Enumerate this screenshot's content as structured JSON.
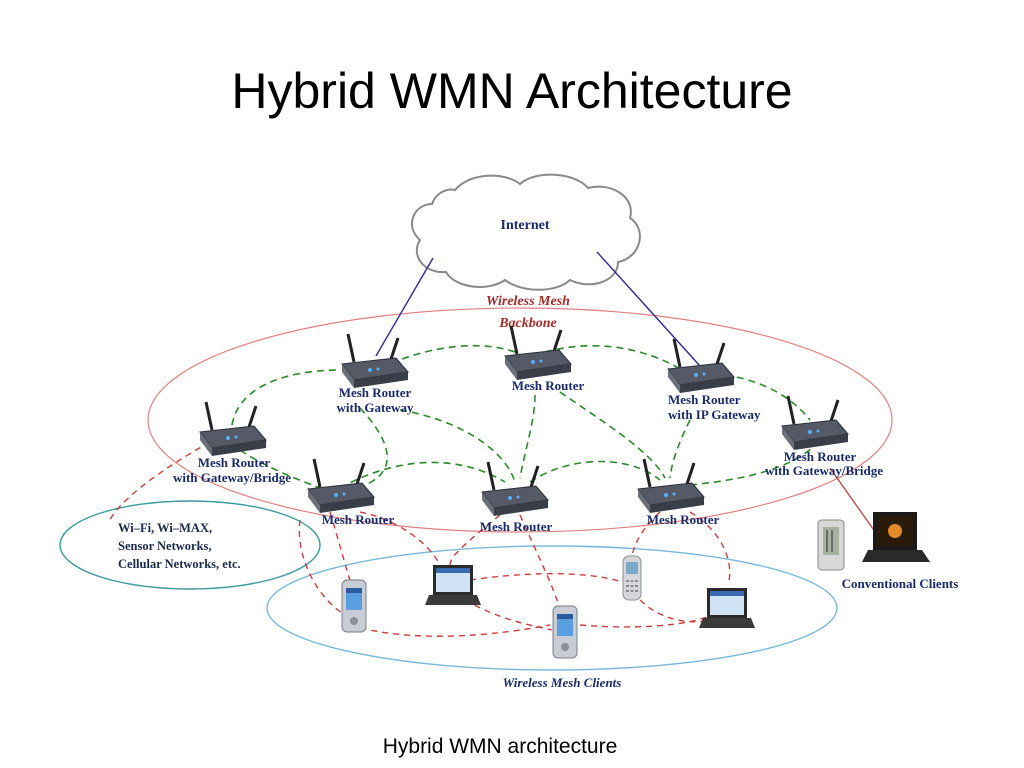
{
  "slide": {
    "title": "Hybrid WMN Architecture",
    "caption": "Hybrid WMN architecture"
  },
  "diagram": {
    "cloud_label": "Internet",
    "backbone_label": [
      "Wireless Mesh",
      "Backbone"
    ],
    "clients_label": "Wireless Mesh Clients",
    "other_networks_label": [
      "Wi–Fi, Wi–MAX,",
      "Sensor Networks,",
      "Cellular Networks, etc."
    ],
    "conventional_clients_label": "Conventional Clients",
    "routers": [
      {
        "id": "gw1",
        "label": [
          "Mesh Router",
          "with Gateway"
        ]
      },
      {
        "id": "mr-top",
        "label": [
          "Mesh Router"
        ]
      },
      {
        "id": "ipgw",
        "label": [
          "Mesh Router",
          "with IP Gateway"
        ]
      },
      {
        "id": "gwb-left",
        "label": [
          "Mesh Router",
          "with Gateway/Bridge"
        ]
      },
      {
        "id": "gwb-right",
        "label": [
          "Mesh Router",
          "with Gateway/Bridge"
        ]
      },
      {
        "id": "mr-l",
        "label": [
          "Mesh Router"
        ]
      },
      {
        "id": "mr-m",
        "label": [
          "Mesh Router"
        ]
      },
      {
        "id": "mr-r",
        "label": [
          "Mesh Router"
        ]
      }
    ],
    "colors": {
      "mesh_link": "#2a8a2a",
      "client_link": "#d03a3a",
      "uplink": "#2a2a9a",
      "backbone_ellipse": "#e08080",
      "client_ellipse": "#7ab8d8"
    }
  }
}
